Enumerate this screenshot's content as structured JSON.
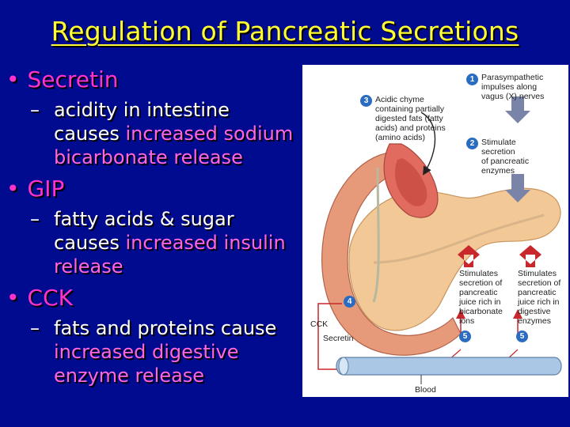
{
  "slide": {
    "title": "Regulation of Pancreatic Secretions",
    "bullets": [
      {
        "heading": "Secretin",
        "lines": [
          {
            "plain": "acidity in intestine",
            "highlight": ""
          },
          {
            "plain": "causes ",
            "highlight": "increased sodium"
          },
          {
            "plain": "",
            "highlight": "bicarbonate release"
          }
        ]
      },
      {
        "heading": "GIP",
        "lines": [
          {
            "plain": "fatty acids & sugar",
            "highlight": ""
          },
          {
            "plain": "causes ",
            "highlight": "increased insulin"
          },
          {
            "plain": "",
            "highlight": "release"
          }
        ]
      },
      {
        "heading": "CCK",
        "lines": [
          {
            "plain": "fats and proteins cause",
            "highlight": ""
          },
          {
            "plain": "",
            "highlight": "increased digestive"
          },
          {
            "plain": "",
            "highlight": "enzyme release"
          }
        ]
      }
    ]
  },
  "figure": {
    "steps": {
      "1": "1",
      "2": "2",
      "3": "3",
      "4": "4",
      "5a": "5",
      "5b": "5"
    },
    "step1": [
      "Parasympathetic",
      "impulses along",
      "vagus (X) nerves"
    ],
    "step2": [
      "Stimulate",
      "secretion",
      "of pancreatic",
      "enzymes"
    ],
    "step3": [
      "Acidic chyme",
      "containing partially",
      "digested fats (fatty",
      "acids) and proteins",
      "(amino acids)"
    ],
    "left_effect": [
      "Stimulates",
      "secretion of",
      "pancreatic",
      "juice rich in",
      "bicarbonate",
      "ions"
    ],
    "right_effect": [
      "Stimulates",
      "secretion of",
      "pancreatic",
      "juice rich in",
      "digestive",
      "enzymes"
    ],
    "hormone_cck": "CCK",
    "hormone_secretin": "Secretin",
    "blood": "Blood",
    "colors": {
      "step_circle": "#2a6cc2",
      "arrow_nerve": "#7a84a8",
      "arrow_stim": "#c8272c",
      "pancreas": "#f2c896",
      "duodenum": "#e79a7a",
      "vessel": "#aac8e6"
    }
  }
}
